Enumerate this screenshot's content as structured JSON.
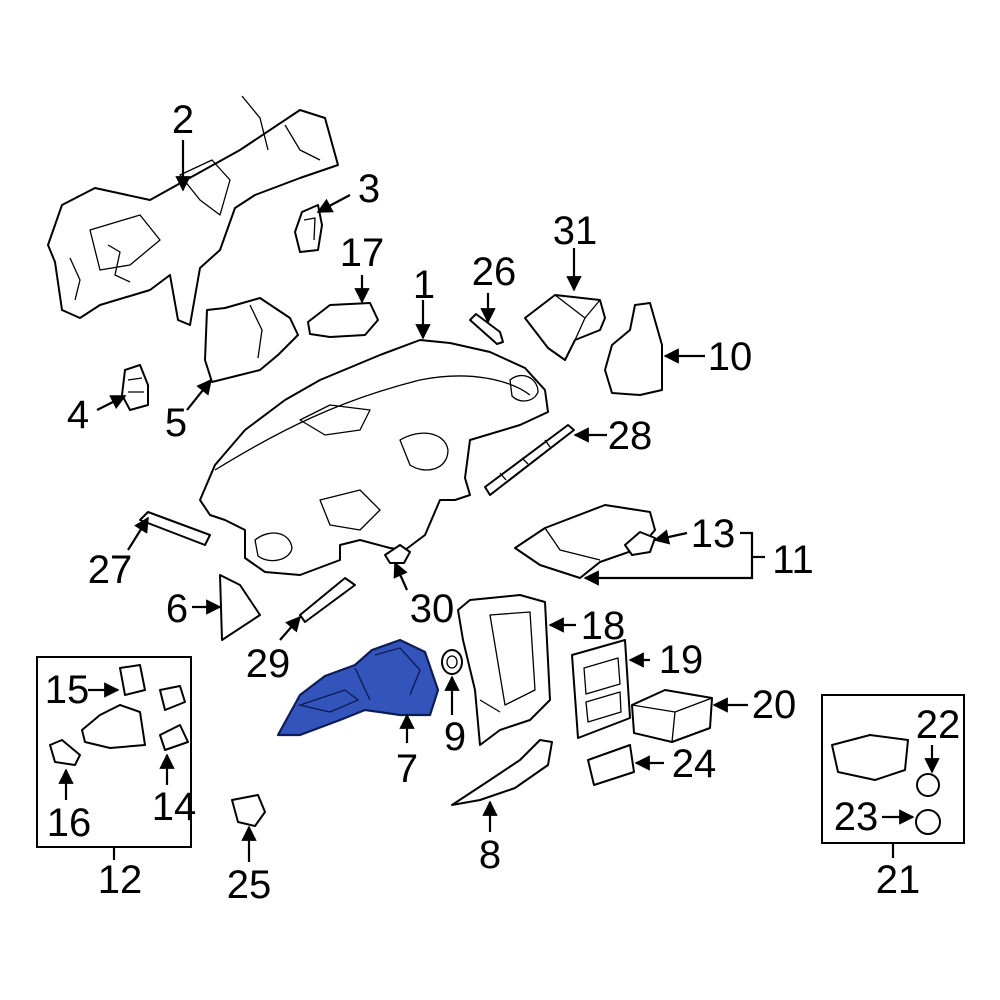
{
  "highlight_color": "#3355bb",
  "callouts": {
    "c1": "1",
    "c2": "2",
    "c3": "3",
    "c4": "4",
    "c5": "5",
    "c6": "6",
    "c7": "7",
    "c8": "8",
    "c9": "9",
    "c10": "10",
    "c11": "11",
    "c12": "12",
    "c13": "13",
    "c14": "14",
    "c15": "15",
    "c16": "16",
    "c17": "17",
    "c18": "18",
    "c19": "19",
    "c20": "20",
    "c21": "21",
    "c22": "22",
    "c23": "23",
    "c24": "24",
    "c25": "25",
    "c26": "26",
    "c27": "27",
    "c28": "28",
    "c29": "29",
    "c30": "30",
    "c31": "31"
  }
}
